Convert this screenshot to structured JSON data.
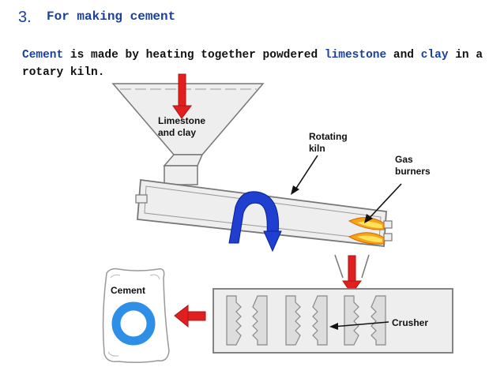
{
  "slide": {
    "number": "3.",
    "title": "For making cement"
  },
  "intro": {
    "w1": "Cement",
    "t1": " is made by heating together powdered ",
    "w2": "limestone",
    "t2": " and ",
    "w3": "clay",
    "t3": " in a rotary kiln."
  },
  "labels": {
    "limestone_line1": "Limestone",
    "limestone_line2": "and clay",
    "kiln_line1": "Rotating",
    "kiln_line2": "kiln",
    "burners_line1": "Gas",
    "burners_line2": "burners",
    "crusher": "Crusher",
    "cement_bag": "Cement"
  },
  "colors": {
    "text_blue": "#1a3f9e",
    "arrow_red": "#e02020",
    "rotation_arrow_blue": "#1e3fcf",
    "flame_orange": "#f6a21b",
    "flame_yellow": "#fde35a",
    "machine_fill": "#eeeeee",
    "machine_outline": "#777777",
    "bag_ring_blue": "#2d8fe6"
  }
}
